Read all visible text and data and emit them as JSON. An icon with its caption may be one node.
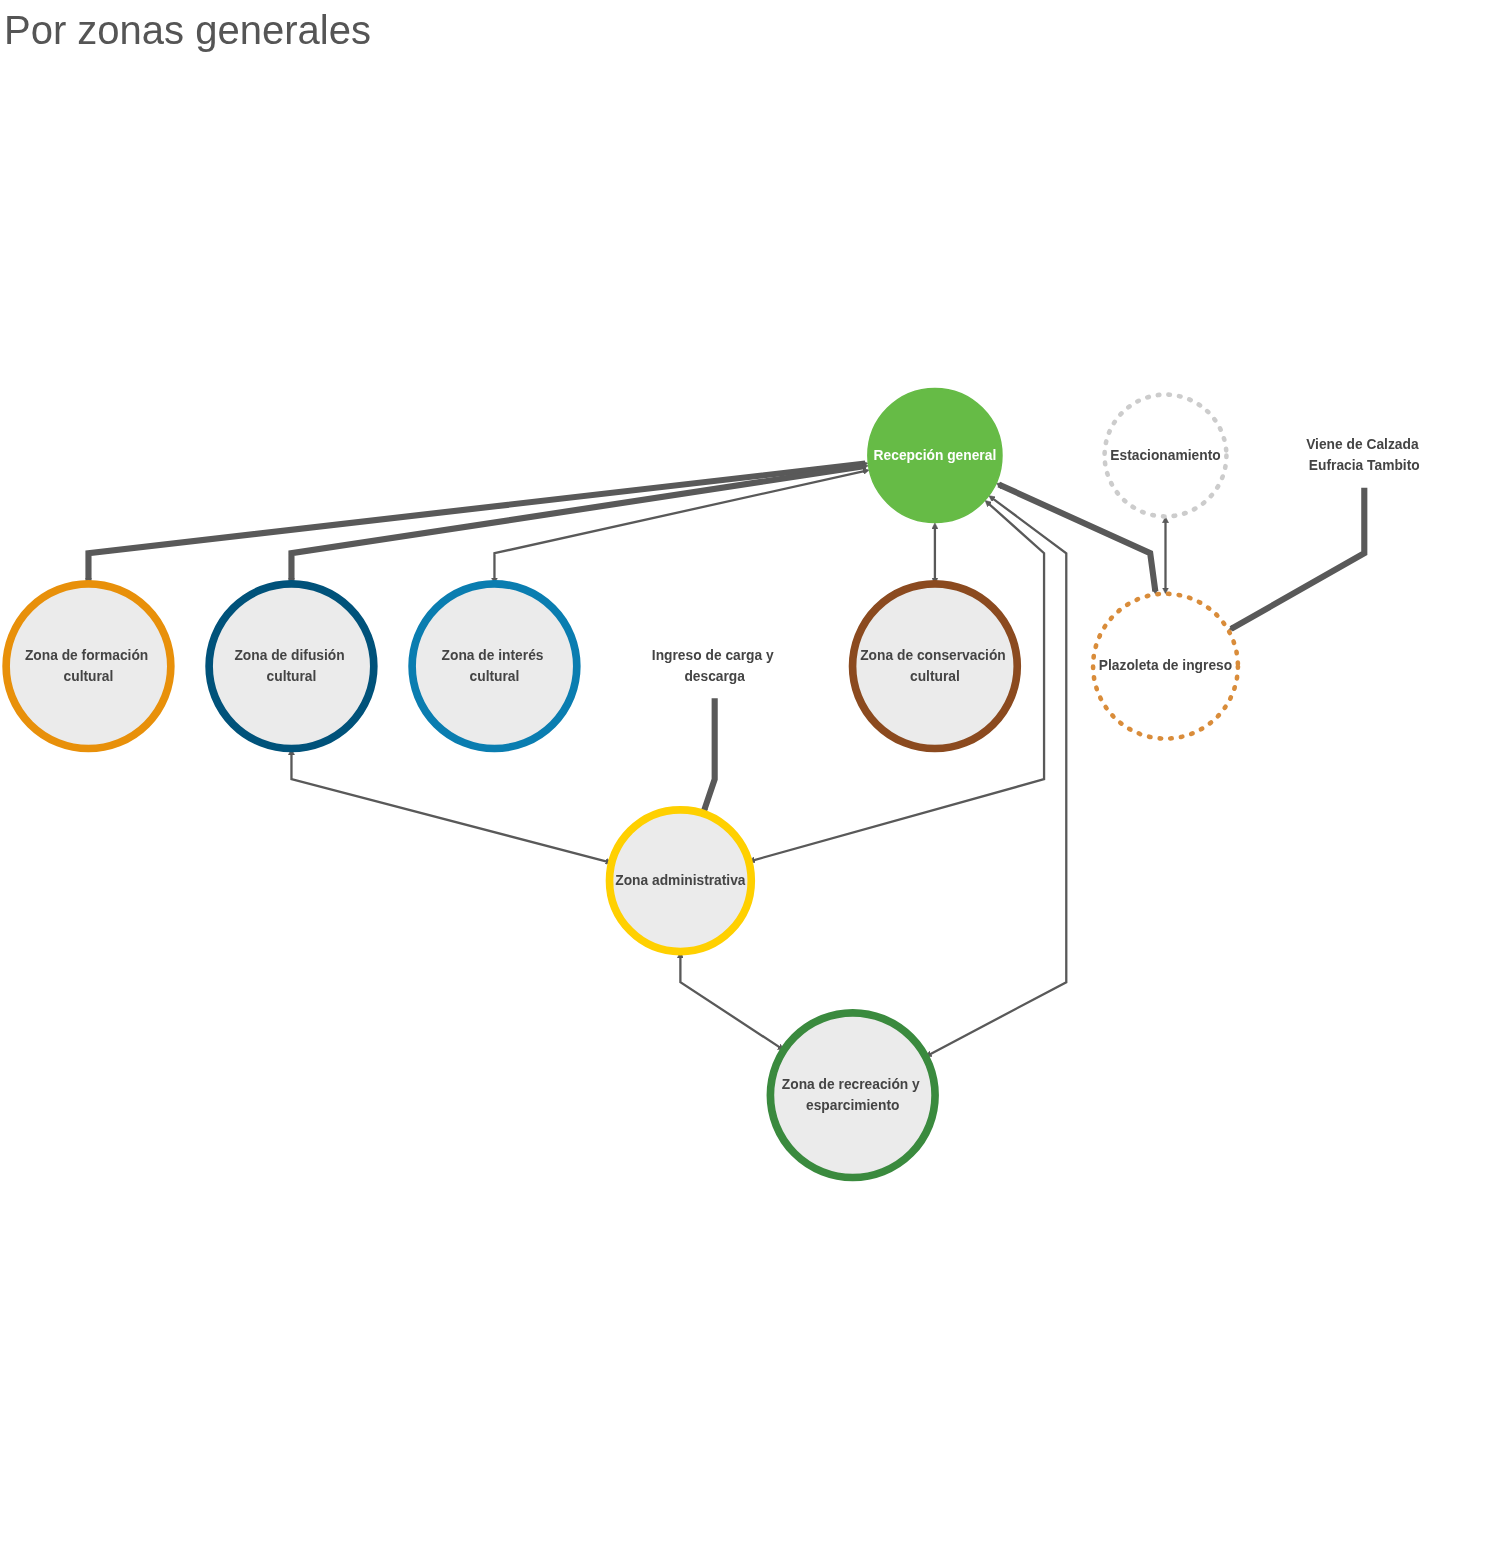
{
  "diagram": {
    "title": "Por zonas generales",
    "nodes": [
      {
        "text": [
          "Zona de formación cultural"
        ]
      },
      {
        "text": [
          "Zona de difusión cultural"
        ]
      },
      {
        "text": [
          "Zona de conservación cultural"
        ]
      },
      {
        "text": [
          "Ingreso de carga y descarga"
        ]
      },
      {
        "text": [
          "Zona de interés cultural"
        ]
      },
      {
        "text": [
          "Zona administrativa"
        ]
      },
      {
        "text": [
          "Zona de recreación y esparcimiento"
        ]
      },
      {
        "text": [
          "Recepción general"
        ]
      },
      {
        "text": [
          "Estacionamiento"
        ]
      },
      {
        "text": [
          "Plazoleta de ingreso"
        ]
      },
      {
        "text": [
          "Viene de Calzada Eufracia Tambito"
        ]
      }
    ],
    "edges": [
      {
        "from": 7,
        "to": 0,
        "arrow": "both",
        "style": "thick"
      },
      {
        "from": 7,
        "to": 1,
        "arrow": "both",
        "style": "thick"
      },
      {
        "from": 1,
        "to": 5,
        "arrow": "both"
      },
      {
        "from": 3,
        "to": 5,
        "arrow": "to",
        "style": "thick"
      },
      {
        "from": 7,
        "to": 4,
        "arrow": "both"
      },
      {
        "from": 7,
        "to": 2,
        "arrow": "both"
      },
      {
        "from": 7,
        "to": 5,
        "arrow": "both"
      },
      {
        "from": 7,
        "to": 6,
        "arrow": "both"
      },
      {
        "from": 5,
        "to": 6,
        "arrow": "both"
      },
      {
        "from": 7,
        "to": 9,
        "arrow": "both",
        "style": "thick"
      },
      {
        "from": 8,
        "to": 9,
        "arrow": "both"
      },
      {
        "from": 10,
        "to": 9,
        "arrow": "to",
        "style": "thick"
      }
    ]
  }
}
